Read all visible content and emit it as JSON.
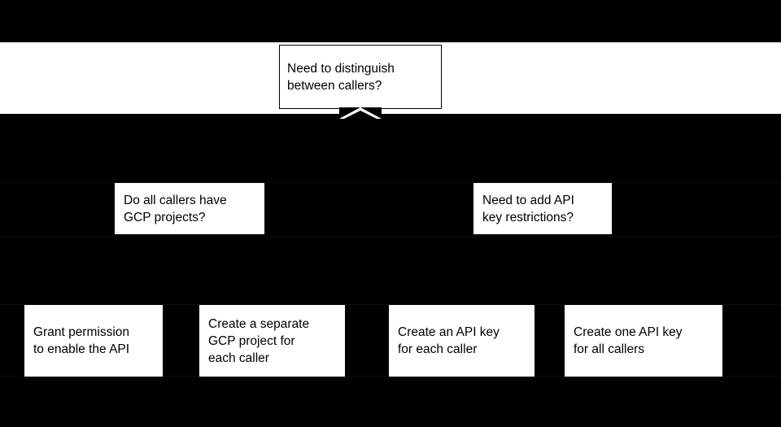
{
  "diagram": {
    "type": "decision-tree",
    "background_color": "#000000",
    "node_fill_color": "#ffffff",
    "node_text_color": "#000000",
    "nodes": [
      {
        "id": "root",
        "role": "decision",
        "text": "Need to distinguish\nbetween callers?",
        "level": 1
      },
      {
        "id": "decision-projects",
        "role": "decision",
        "text": "Do all callers have\nGCP projects?",
        "level": 2
      },
      {
        "id": "decision-restrictions",
        "role": "decision",
        "text": "Need to add API\nkey restrictions?",
        "level": 2
      },
      {
        "id": "leaf-grant",
        "role": "outcome",
        "text": "Grant permission\nto enable the API",
        "level": 3
      },
      {
        "id": "leaf-separate",
        "role": "outcome",
        "text": "Create a separate\nGCP project for\neach caller",
        "level": 3
      },
      {
        "id": "leaf-key-each",
        "role": "outcome",
        "text": "Create an API key\nfor each caller",
        "level": 3
      },
      {
        "id": "leaf-key-all",
        "role": "outcome",
        "text": "Create one API key\nfor all callers",
        "level": 3
      }
    ],
    "connectors": [
      {
        "id": "root-split",
        "from": "root",
        "shape": "chevron",
        "direction": "down"
      }
    ]
  }
}
